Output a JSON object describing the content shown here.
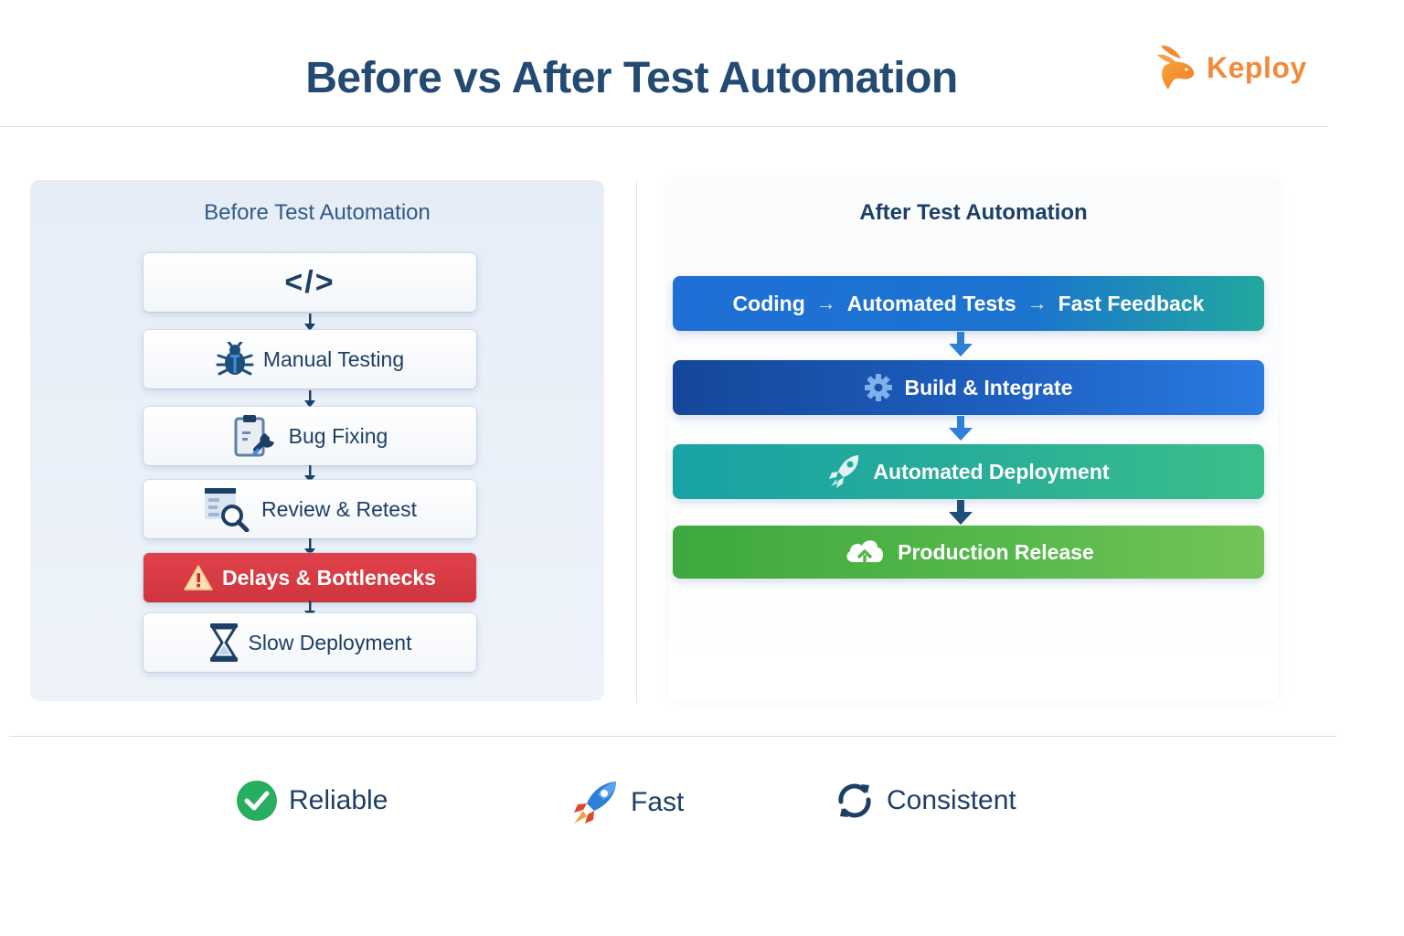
{
  "header": {
    "title": "Before vs  After Test Automation",
    "logo_text": "Keploy",
    "logo_color": "#f08a3c"
  },
  "before": {
    "title": "Before Test Automation",
    "steps": [
      {
        "label": "</>",
        "icon": "code-icon"
      },
      {
        "label": "Manual Testing",
        "icon": "bug-icon"
      },
      {
        "label": "Bug Fixing",
        "icon": "clipboard-wrench-icon"
      },
      {
        "label": "Review & Retest",
        "icon": "document-search-icon"
      },
      {
        "label": "Delays & Bottlenecks",
        "icon": "warning-icon",
        "color": "#d93a43"
      },
      {
        "label": "Slow Deployment",
        "icon": "hourglass-icon"
      }
    ]
  },
  "after": {
    "title": "After Test Automation",
    "steps": [
      {
        "parts": [
          "Coding",
          "Automated Tests",
          "Fast Feedback"
        ],
        "separator": "→"
      },
      {
        "label": "Build & Integrate",
        "icon": "gear-icon"
      },
      {
        "label": "Automated Deployment",
        "icon": "rocket-icon"
      },
      {
        "label": "Production Release",
        "icon": "cloud-upload-icon"
      }
    ]
  },
  "benefits": [
    {
      "label": "Reliable",
      "icon": "check-circle-icon",
      "color": "#27ae60"
    },
    {
      "label": "Fast",
      "icon": "rocket-icon"
    },
    {
      "label": "Consistent",
      "icon": "refresh-icon"
    }
  ]
}
